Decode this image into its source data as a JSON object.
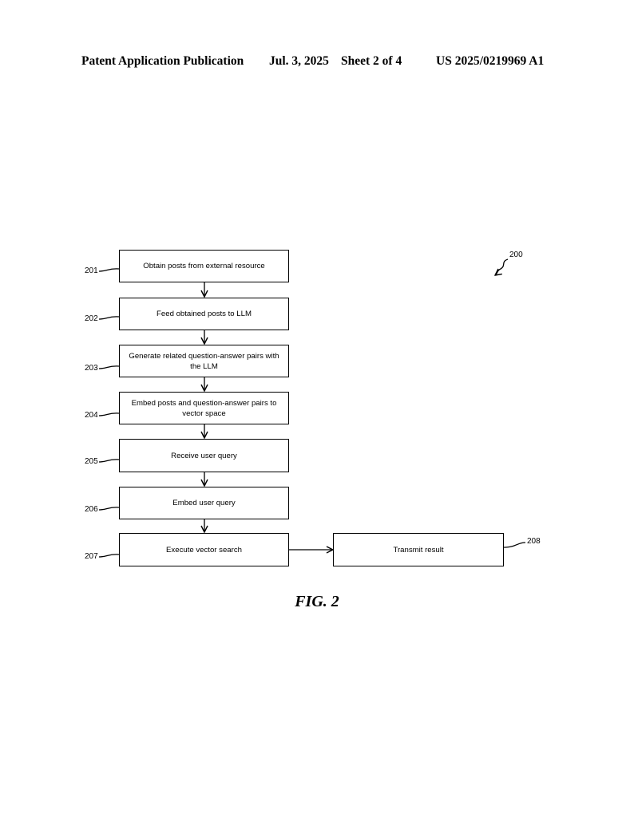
{
  "header": {
    "left": "Patent Application Publication",
    "date": "Jul. 3, 2025",
    "sheet": "Sheet 2 of 4",
    "pub_number": "US 2025/0219969 A1"
  },
  "diagram": {
    "ref": "200",
    "steps": [
      {
        "ref": "201",
        "text": "Obtain posts from external resource"
      },
      {
        "ref": "202",
        "text": "Feed obtained posts to LLM"
      },
      {
        "ref": "203",
        "text": "Generate related question-answer pairs with the LLM"
      },
      {
        "ref": "204",
        "text": "Embed posts and question-answer pairs to vector space"
      },
      {
        "ref": "205",
        "text": "Receive user query"
      },
      {
        "ref": "206",
        "text": "Embed user query"
      },
      {
        "ref": "207",
        "text": "Execute vector search"
      }
    ],
    "side_step": {
      "ref": "208",
      "text": "Transmit result"
    }
  },
  "figure_label": "FIG. 2"
}
